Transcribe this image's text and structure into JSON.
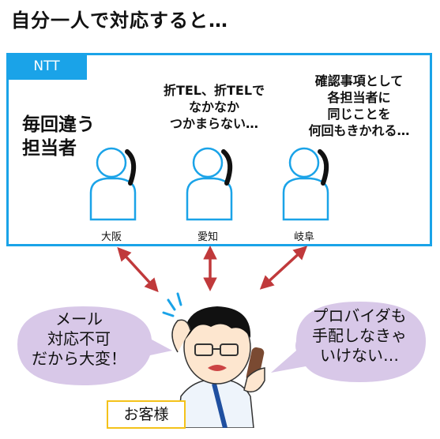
{
  "title": "自分一人で対応すると…",
  "ntt": {
    "tab_label": "NTT",
    "left_note": "毎回違う\n担当者",
    "center_note": "折TEL、折TELで\nなかなか\nつかまらない…",
    "right_note": "確認事項として\n各担当者に\n同じことを\n何回もきかれる…",
    "locations": [
      "大阪",
      "愛知",
      "岐阜"
    ]
  },
  "bubbles": {
    "left": "メール\n対応不可\nだから大変！",
    "right": "プロバイダも\n手配しなきゃ\nいけない…"
  },
  "customer_label": "お客様",
  "colors": {
    "ntt_blue": "#1aa3e8",
    "arrow_red": "#c0393b",
    "bubble_lavender": "#d8c8e8",
    "customer_border": "#f4c21a",
    "person_outline": "#1aa3e8"
  }
}
